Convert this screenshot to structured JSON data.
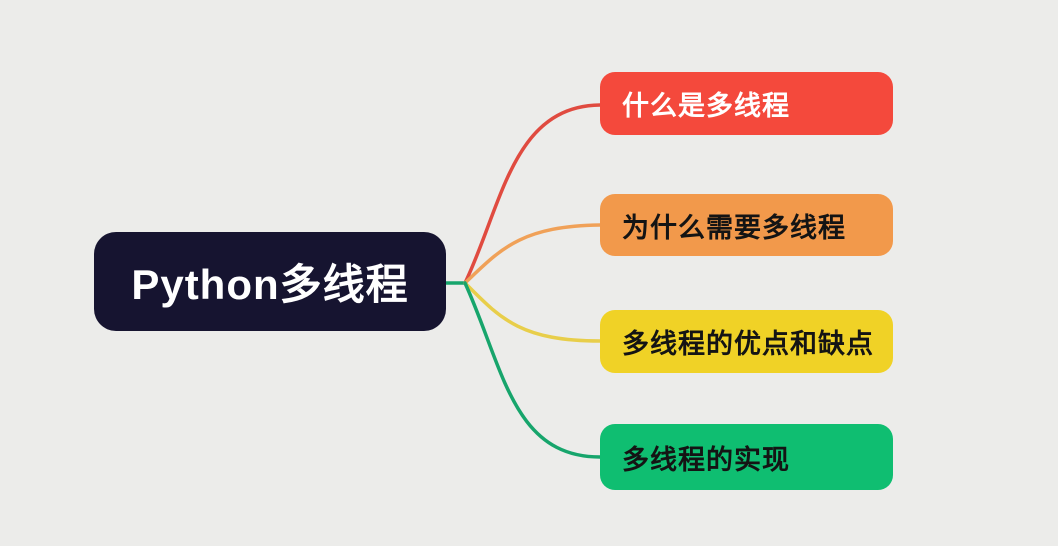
{
  "canvas": {
    "background": "#ECECEA"
  },
  "mindmap": {
    "root": {
      "label": "Python多线程",
      "bg": "#161430",
      "text_color": "#FFFFFF"
    },
    "branches": [
      {
        "label": "什么是多线程",
        "bg": "#F4493C",
        "text_color": "#FFFFFF",
        "line_color": "#E04B40"
      },
      {
        "label": "为什么需要多线程",
        "bg": "#F2994B",
        "text_color": "#141414",
        "line_color": "#F0A158"
      },
      {
        "label": "多线程的优点和缺点",
        "bg": "#F0D226",
        "text_color": "#141414",
        "line_color": "#E8CE4A"
      },
      {
        "label": "多线程的实现",
        "bg": "#0FBE71",
        "text_color": "#141414",
        "line_color": "#17A56C"
      }
    ]
  }
}
